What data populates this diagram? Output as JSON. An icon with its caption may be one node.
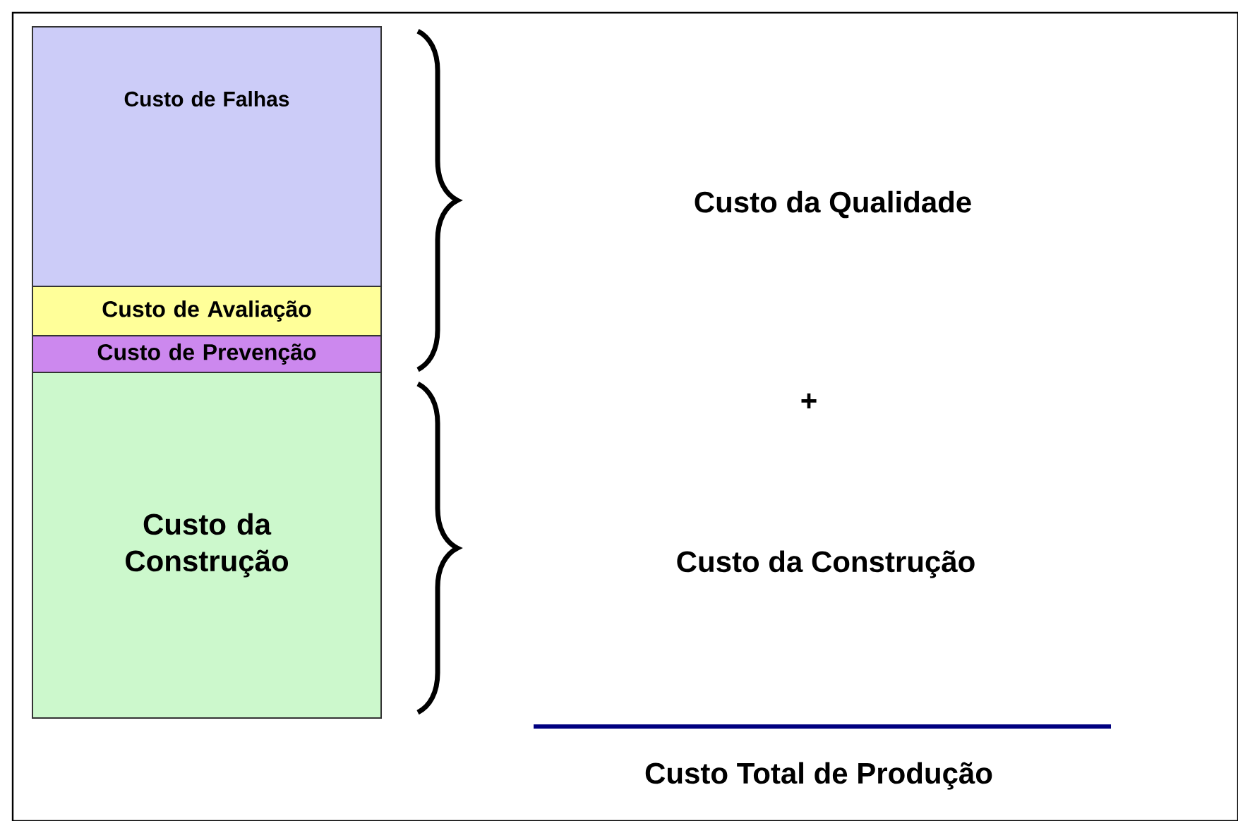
{
  "diagram": {
    "nodes": [
      {
        "text": [
          "Custo de Falhas"
        ]
      },
      {
        "text": [
          "Custo de Avaliação"
        ]
      },
      {
        "text": [
          "Custo de Prevenção"
        ]
      },
      {
        "text": [
          "Custo da Construção"
        ]
      }
    ],
    "labels": [
      "Custo da Qualidade",
      "+",
      "Custo da Construção",
      "Custo Total de Produção"
    ]
  }
}
